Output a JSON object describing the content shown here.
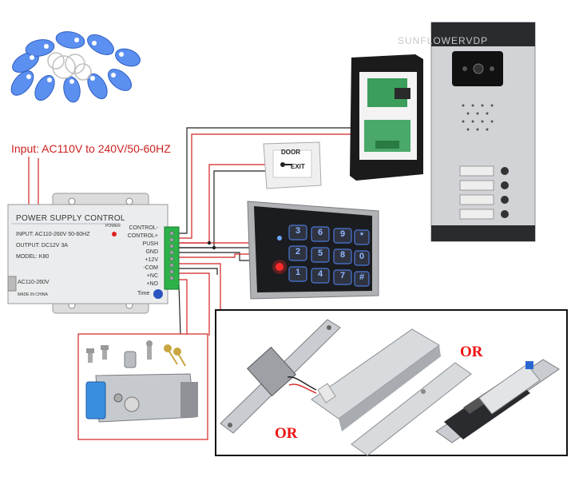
{
  "input_label": "Input: AC110V to 240V/50-60HZ",
  "watermark": "SUNFLOWERVDP",
  "power_supply": {
    "title": "POWER SUPPLY CONTROL",
    "power_led_label": "POWER",
    "input": "INPUT: AC110-260V 50-60HZ",
    "output": "OUTPUT: DC12V 3A",
    "model": "MODEL: K80",
    "ac_label": "AC110-260V",
    "made_in": "MADE IN CHINA",
    "time_label": "Time",
    "terminals": [
      "CONTROL-",
      "CONTROL+",
      "PUSH",
      "GND",
      "+12V",
      "-COM",
      "+NC",
      "+NO"
    ]
  },
  "exit_button": {
    "line1": "DOOR",
    "line2": "EXIT"
  },
  "keypad_keys": [
    "3",
    "6",
    "9",
    "*",
    "2",
    "5",
    "8",
    "0",
    "1",
    "4",
    "7",
    "#"
  ],
  "or_labels": [
    "OR",
    "OR"
  ],
  "colors": {
    "wire_red": "#d42020",
    "wire_black": "#222222",
    "label_red": "#cc1f1f",
    "or_red": "#ee1111",
    "tag_blue": "#4a7fe0"
  }
}
